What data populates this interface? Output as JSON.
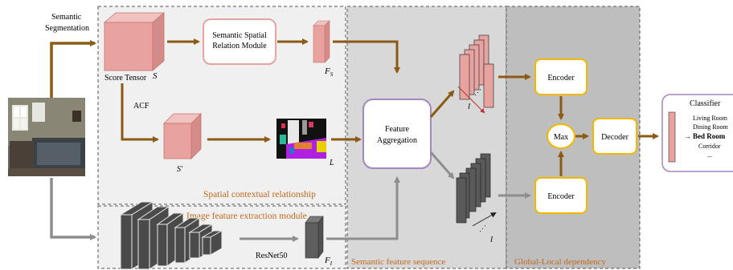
{
  "colors": {
    "brown": "#8B5A14",
    "gray_arrow": "#8E8E8E",
    "pink": "#E8A3A0",
    "pink_dark": "#C97470",
    "panel_light": "#EDEDED",
    "panel_mid": "#D6D6D6",
    "panel_dark": "#BDBDBD",
    "orange_text": "#C26A1E",
    "yellow_border": "#F2B800",
    "purple_border": "#A586C0"
  },
  "labels": {
    "semantic_segmentation_1": "Semantic",
    "semantic_segmentation_2": "Segmentation",
    "score_tensor": "Score Tensor",
    "s_symbol": "S",
    "ssrm_1": "Semantic Spatial",
    "ssrm_2": "Relation Module",
    "fs_main": "F",
    "fs_sub": "S",
    "acf": "ACF",
    "s_prime": "S′",
    "l_symbol": "L",
    "spatial_context_title": "Spatial contextual relationship",
    "image_feature_title": "Image feature extraction module",
    "resnet": "ResNet50",
    "fi_main": "F",
    "fi_sub": "I",
    "feature_agg_1": "Feature",
    "feature_agg_2": "Aggregation",
    "l_top": "l",
    "l_bottom": "l",
    "semantic_seq_title": "Semantic feature sequence",
    "encoder_top": "Encoder",
    "encoder_bottom": "Encoder",
    "max": "Max",
    "decoder": "Decoder",
    "global_local_title": "Global-Local dependency",
    "classifier_title": "Classifier",
    "class_items": [
      "Living Room",
      "Dining Room",
      "Bed Room",
      "Corridor",
      "..."
    ]
  }
}
